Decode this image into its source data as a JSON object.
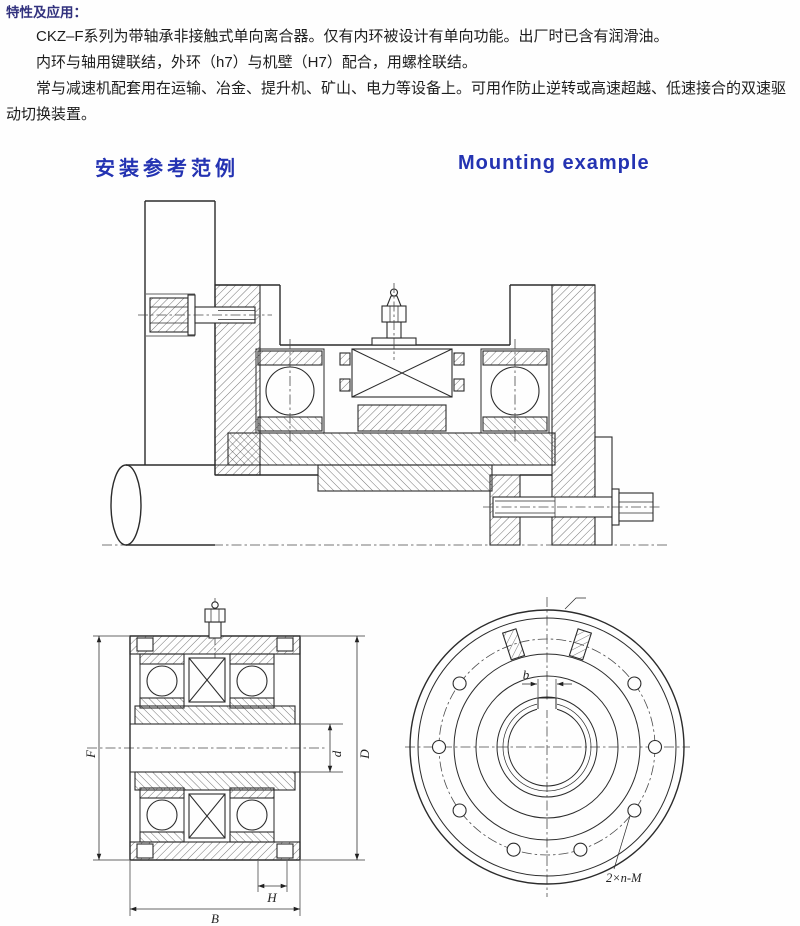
{
  "intro": {
    "title": "特性及应用：",
    "paragraphs": [
      "CKZ–F系列为带轴承非接触式单向离合器。仅有内环被设计有单向功能。出厂时已含有润滑油。",
      "内环与轴用键联结，外环（h7）与机壁（H7）配合，用螺栓联结。",
      "常与减速机配套用在运输、冶金、提升机、矿山、电力等设备上。可用作防止逆转或高速超越、低速接合的双速驱动切换装置。"
    ]
  },
  "figure": {
    "title_zh": "安装参考范例",
    "title_en": "Mounting example"
  },
  "dims": {
    "F": "F",
    "d": "d",
    "D": "D",
    "H": "H",
    "B": "B",
    "b": "b",
    "bolt_note": "2×n-M"
  },
  "colors": {
    "heading_blue": "#2433b2",
    "intro_title_indigo": "#32327e",
    "body_text": "#1d1d1d",
    "line": "#2b2b2b",
    "background": "#fefefe"
  }
}
